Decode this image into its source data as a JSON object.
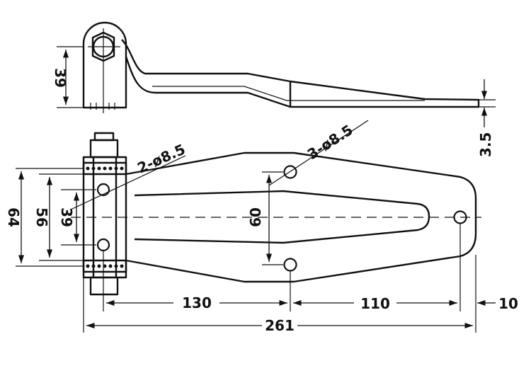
{
  "dimensions": {
    "side_height": "39",
    "thickness": "3.5",
    "pin_holes": "2-ø8.5",
    "mount_holes": "3-ø8.5",
    "height_outer": "64",
    "height_inner": "56",
    "pin_hole_spacing": "39",
    "mount_hole_spacing": "60",
    "to_first_hole": "130",
    "hole_to_hole": "110",
    "end_offset": "10",
    "overall_length": "261"
  }
}
